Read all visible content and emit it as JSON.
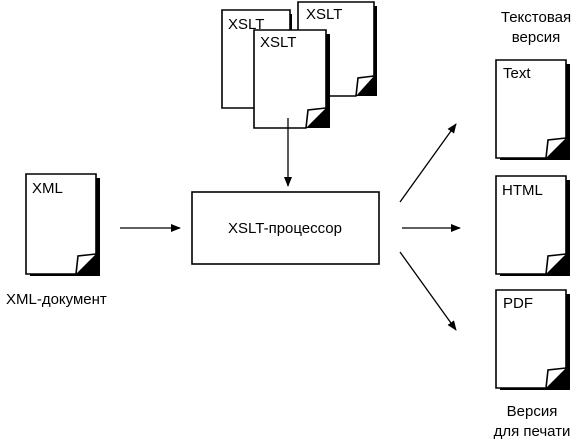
{
  "stylesheets": {
    "back_right_label": "XSLT",
    "back_left_label": "XSLT",
    "front_label": "XSLT"
  },
  "input": {
    "doc_label": "XML",
    "caption": "XML-документ"
  },
  "processor": {
    "label": "XSLT-процессор"
  },
  "outputs": {
    "text_doc_label": "Text",
    "text_caption_line1": "Текстовая",
    "text_caption_line2": "версия",
    "html_doc_label": "HTML",
    "pdf_doc_label": "PDF",
    "print_caption_line1": "Версия",
    "print_caption_line2": "для печати"
  }
}
